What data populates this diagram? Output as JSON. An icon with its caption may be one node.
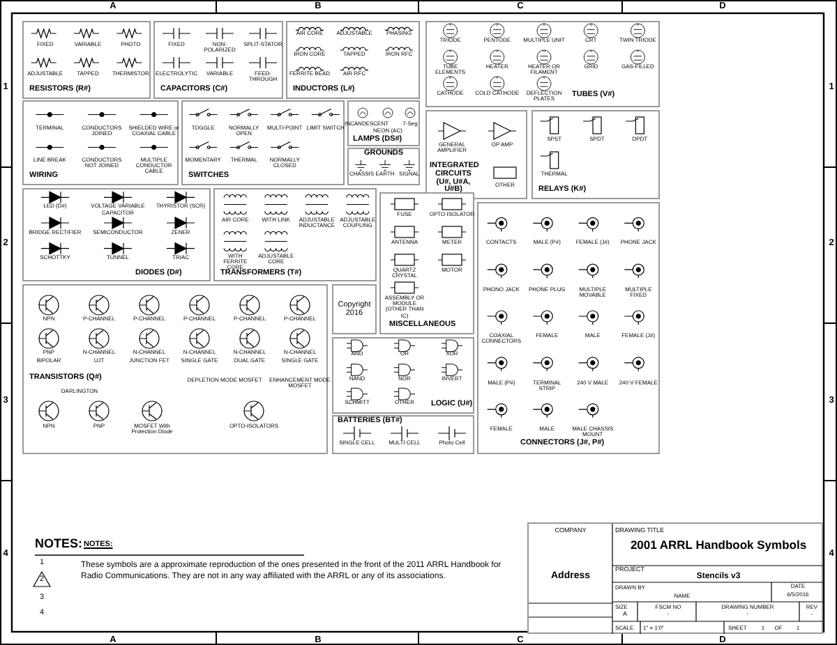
{
  "diagram": {
    "nodes": [
      {
        "text": [
          "FIXED",
          "VARIABLE",
          "PHOTO",
          "ADJUSTABLE",
          "TAPPED",
          "THERMISTOR",
          "RESISTORS (R#)"
        ]
      },
      {
        "text": [
          "FIXED",
          "NON-POLARIZED",
          "SPLIT-STATOR",
          "ELECTROLYTIC",
          "VARIABLE",
          "FEED-THROUGH",
          "CAPACITORS (C#)"
        ]
      },
      {
        "text": [
          "AIR CORE",
          "ADJUSTABLE",
          "PHASING",
          "IRON CORE",
          "TAPPED",
          "IRON RFC",
          "FERRITE BEAD",
          "AIR RFC",
          "INDUCTORS (L#)"
        ]
      },
      {
        "text": [
          "TRIODE",
          "PENTODE",
          "MULTIPLE UNIT",
          "CRT",
          "TWIN TRIODE",
          "TUBE ELEMENTS",
          "HEATER",
          "HEATER OR FILAMENT",
          "GRID",
          "GAS-FILLED",
          "CATHODE",
          "COLD CATHODE",
          "DEFLECTION PLATES",
          "TUBES (V#)"
        ]
      },
      {
        "text": [
          "TERMINAL",
          "CONDUCTORS JOINED",
          "SHIELDED WIRE or COAXIAL CABLE",
          "LINE BREAK",
          "CONDUCTORS NOT JOINED",
          "MULTIPLE CONDUCTOR CABLE",
          "WIRING"
        ]
      },
      {
        "text": [
          "TOGGLE",
          "NORMALLY OPEN",
          "MULTI-POINT",
          "LIMIT SWITCH",
          "MOMENTARY",
          "THERMAL",
          "NORMALLY CLOSED",
          "SWITCHES"
        ]
      },
      {
        "text": [
          "INCANDESCENT",
          "NEON (AC)",
          "7-Seg",
          "LAMPS (DS#)"
        ]
      },
      {
        "text": [
          "GROUNDS",
          "CHASSIS",
          "EARTH",
          "SIGNAL"
        ]
      },
      {
        "text": [
          "GENERAL AMPLIFIER",
          "OP AMP",
          "INTEGRATED CIRCUITS (U#, U#A, U#B)",
          "OTHER"
        ]
      },
      {
        "text": [
          "SPST",
          "SPDT",
          "DPDT",
          "THERMAL",
          "RELAYS (K#)"
        ]
      },
      {
        "text": [
          "LED (D#)",
          "VOLTAGE VARIABLE CAPACITOR",
          "THYRISTOR (SCR)",
          "BRIDGE RECTIFIER",
          "SEMICONDUCTOR",
          "ZENER",
          "SCHOTTKY",
          "TUNNEL",
          "TRIAC",
          "DIODES (D#)"
        ]
      },
      {
        "text": [
          "AIR CORE",
          "WITH LINK",
          "ADJUSTABLE INDUCTANCE",
          "ADJUSTABLE COUPLING",
          "WITH FERRITE CORE",
          "ADJUSTABLE CORE",
          "TRANSFORMERS (T#)"
        ]
      },
      {
        "text": [
          "FUSE",
          "OPTO ISOLATOR",
          "ANTENNA",
          "METER",
          "QUARTZ CRYSTAL",
          "MOTOR",
          "ASSEMBLY OR MODULE (OTHER THAN IC)",
          "MISCELLANEOUS"
        ]
      },
      {
        "text": [
          "CONTACTS",
          "MALE (P#)",
          "FEMALE (J#)",
          "PHONE JACK",
          "PHONO JACK",
          "PHONE PLUG",
          "MULTIPLE MOVABLE",
          "MULTIPLE FIXED",
          "COAXIAL CONNECTORS",
          "FEMALE",
          "MALE",
          "FEMALE (J#)",
          "MALE (P#)",
          "TERMINAL STRIP",
          "240 V MALE",
          "240 V FEMALE",
          "FEMALE",
          "MALE",
          "MALE CHASSIS MOUNT",
          "CONNECTORS (J#, P#)"
        ]
      },
      {
        "text": [
          "Copyright 2016"
        ]
      },
      {
        "text": [
          "NPN",
          "P-CHANNEL",
          "P-CHANNEL",
          "P-CHANNEL",
          "P-CHANNEL",
          "P-CHANNEL",
          "PNP",
          "N-CHANNEL",
          "N-CHANNEL",
          "N-CHANNEL",
          "N-CHANNEL",
          "N-CHANNEL",
          "BIPOLAR",
          "UJT",
          "JUNCTION FET",
          "SINGLE GATE",
          "DUAL GATE",
          "SINGLE GATE",
          "TRANSISTORS (Q#)",
          "DEPLETION MODE MOSFET",
          "ENHANCEMENT MODE MOSFET",
          "DARLINGTON",
          "NPN",
          "PNP",
          "MOSFET With Protection Diode",
          "OPTO-ISOLATORS"
        ]
      },
      {
        "text": [
          "AND",
          "OR",
          "XOR",
          "NAND",
          "NOR",
          "INVERT",
          "SCHMITT",
          "OTHER",
          "LOGIC (U#)"
        ]
      },
      {
        "text": [
          "BATTERIES (BT#)",
          "SINGLE CELL",
          "MULTI CELL",
          "Photo Cell"
        ]
      },
      {
        "text": [
          "COMPANY",
          "Address",
          "DRAWING TITLE",
          "2001 ARRL Handbook Symbols",
          "PROJECT",
          "Stencils v3",
          "DRAWN BY",
          "NAME",
          "DATE",
          "6/5/2016",
          "SIZE",
          "A",
          "FSCM NO",
          "-",
          "DRAWING NUMBER",
          "-",
          "REV",
          "-",
          "SCALE",
          "1\" = 1'0\"",
          "SHEET",
          "1",
          "OF",
          "1"
        ]
      }
    ],
    "labels": [
      "A",
      "B",
      "C",
      "D",
      "1",
      "1",
      "2",
      "2",
      "3",
      "3",
      "4",
      "4",
      "NOTES:",
      "NOTES:",
      "1",
      "2",
      "3",
      "4",
      "These symbols are a approximate reproduction of the ones presented in the front of the 2011 ARRL Handbook for Radio Communications. They are not in any way affiliated with the ARRL or any of its associations.",
      "A",
      "B",
      "C",
      "D"
    ]
  }
}
